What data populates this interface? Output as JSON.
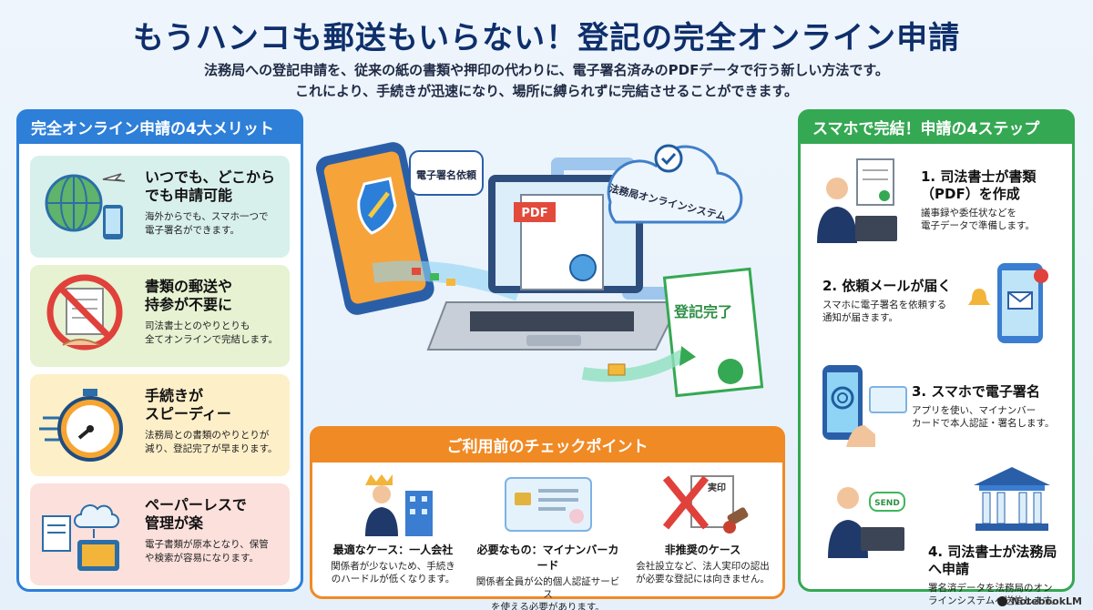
{
  "header": {
    "title": "もうハンコも郵送もいらない！登記の完全オンライン申請",
    "subtitle_line1": "法務局への登記申請を、従来の紙の書類や押印の代わりに、電子署名済みのPDFデータで行う新しい方法です。",
    "subtitle_line2": "これにより、手続きが迅速になり、場所に縛られずに完結させることができます。"
  },
  "merits": {
    "heading": "完全オンライン申請の4大メリット",
    "items": [
      {
        "title_l1": "いつでも、どこから",
        "title_l2": "でも申請可能",
        "desc_l1": "海外からでも、スマホ一つで",
        "desc_l2": "電子署名ができます。"
      },
      {
        "title_l1": "書類の郵送や",
        "title_l2": "持参が不要に",
        "desc_l1": "司法書士とのやりとりも",
        "desc_l2": "全てオンラインで完結します。"
      },
      {
        "title_l1": "手続きが",
        "title_l2": "スピーディー",
        "desc_l1": "法務局との書類のやりとりが",
        "desc_l2": "減り、登記完了が早まります。"
      },
      {
        "title_l1": "ペーパーレスで",
        "title_l2": "管理が楽",
        "desc_l1": "電子書類が原本となり、保管",
        "desc_l2": "や検索が容易になります。"
      }
    ]
  },
  "center": {
    "bubble": "電子署名依頼",
    "cloud": "法務局オンラインシステム",
    "pdf": "PDF",
    "done": "登記完了"
  },
  "checkpoints": {
    "heading": "ご利用前のチェックポイント",
    "items": [
      {
        "title": "最適なケース：一人会社",
        "desc_l1": "関係者が少ないため、手続き",
        "desc_l2": "のハードルが低くなります。"
      },
      {
        "title": "必要なもの：マイナンバーカード",
        "desc_l1": "関係者全員が公的個人認証サービス",
        "desc_l2": "を使える必要があります。"
      },
      {
        "title": "非推奨のケース",
        "desc_l1": "会社設立など、法人実印の認出",
        "desc_l2": "が必要な登記には向きません。"
      }
    ],
    "stamp": "実印"
  },
  "steps": {
    "heading": "スマホで完結！申請の4ステップ",
    "items": [
      {
        "title_l1": "1. 司法書士が書類",
        "title_l2": "（PDF）を作成",
        "desc_l1": "議事録や委任状などを",
        "desc_l2": "電子データで準備します。"
      },
      {
        "title_l1": "2. 依頼メールが届く",
        "title_l2": "",
        "desc_l1": "スマホに電子署名を依頼する",
        "desc_l2": "通知が届きます。"
      },
      {
        "title_l1": "3. スマホで電子署名",
        "title_l2": "",
        "desc_l1": "アプリを使い、マイナンバー",
        "desc_l2": "カードで本人認証・署名します。"
      },
      {
        "title_l1": "4. 司法書士が法務局へ申請",
        "title_l2": "",
        "desc_l1": "署名済データを法務局のオン",
        "desc_l2": "ラインシステムへ送信します。"
      }
    ],
    "send_label": "SEND"
  },
  "footer": {
    "brand": "NotebookLM"
  },
  "colors": {
    "blue": "#2d7fd8",
    "green": "#35a853",
    "orange": "#f08a24",
    "title": "#0e2f6b"
  }
}
